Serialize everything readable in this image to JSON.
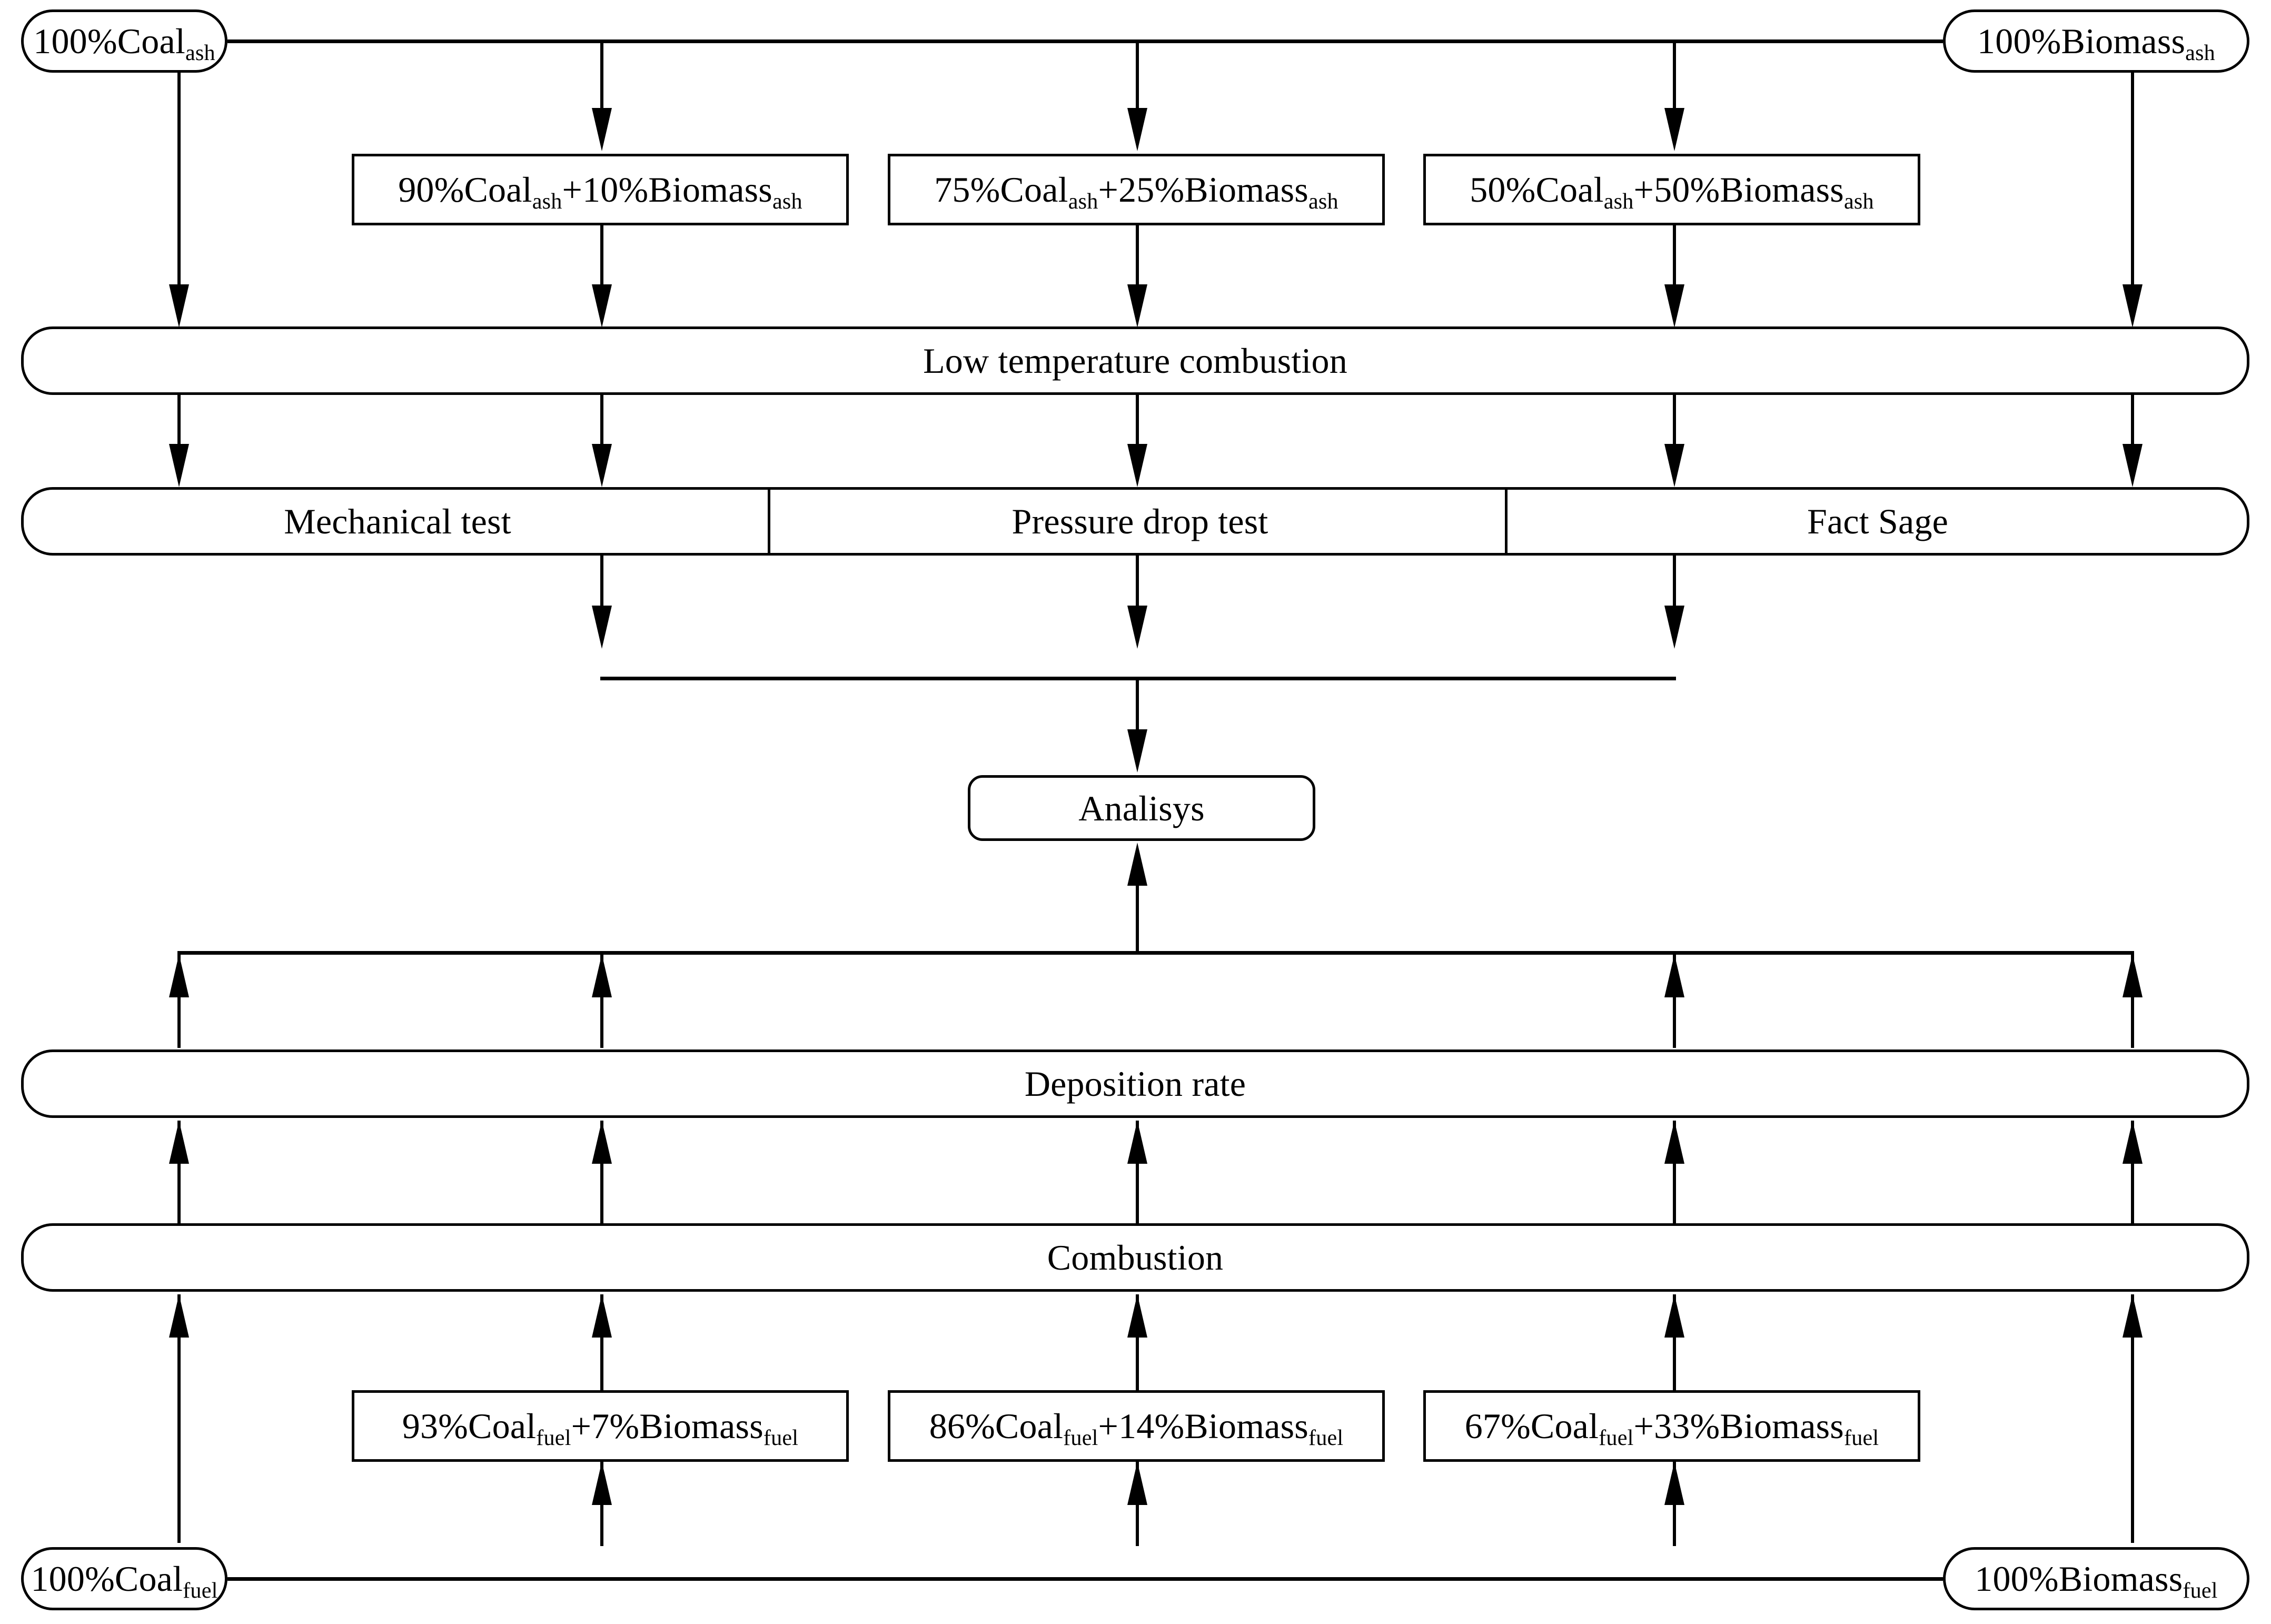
{
  "diagram": {
    "title": "Coal and biomass ash / fuel co-firing experimental flowchart",
    "line_color": "#000000",
    "background": "#ffffff"
  },
  "top_sources": {
    "left": {
      "label_html": "100%Coal<sub>ash</sub>",
      "text": "100%Coalash"
    },
    "right": {
      "label_html": "100%Biomass<sub>ash</sub>",
      "text": "100%Biomassash"
    }
  },
  "ash_mixtures": [
    {
      "label_html": "90%Coal<sub>ash</sub>+10%Biomass<sub>ash</sub>",
      "coal_pct": 90,
      "biomass_pct": 10
    },
    {
      "label_html": "75%Coal<sub>ash</sub>+25%Biomass<sub>ash</sub>",
      "coal_pct": 75,
      "biomass_pct": 25
    },
    {
      "label_html": "50%Coal<sub>ash</sub>+50%Biomass<sub>ash</sub>",
      "coal_pct": 50,
      "biomass_pct": 50
    }
  ],
  "process_low_temp": {
    "label": "Low temperature combustion"
  },
  "tests": [
    {
      "label": "Mechanical test"
    },
    {
      "label": "Pressure drop test"
    },
    {
      "label": "Fact Sage"
    }
  ],
  "analysis": {
    "label": "Analisys"
  },
  "deposition": {
    "label": "Deposition rate"
  },
  "combustion": {
    "label": "Combustion"
  },
  "fuel_mixtures": [
    {
      "label_html": "93%Coal<sub>fuel</sub>+7%Biomass<sub>fuel</sub>",
      "coal_pct": 93,
      "biomass_pct": 7
    },
    {
      "label_html": "86%Coal<sub>fuel</sub>+14%Biomass<sub>fuel</sub>",
      "coal_pct": 86,
      "biomass_pct": 14
    },
    {
      "label_html": "67%Coal<sub>fuel</sub>+33%Biomass<sub>fuel</sub>",
      "coal_pct": 67,
      "biomass_pct": 33
    }
  ],
  "bottom_sources": {
    "left": {
      "label_html": "100%Coal<sub>fuel</sub>",
      "text": "100%Coalfuel"
    },
    "right": {
      "label_html": "100%Biomass<sub>fuel</sub>",
      "text": "100%Biomassfuel"
    }
  }
}
